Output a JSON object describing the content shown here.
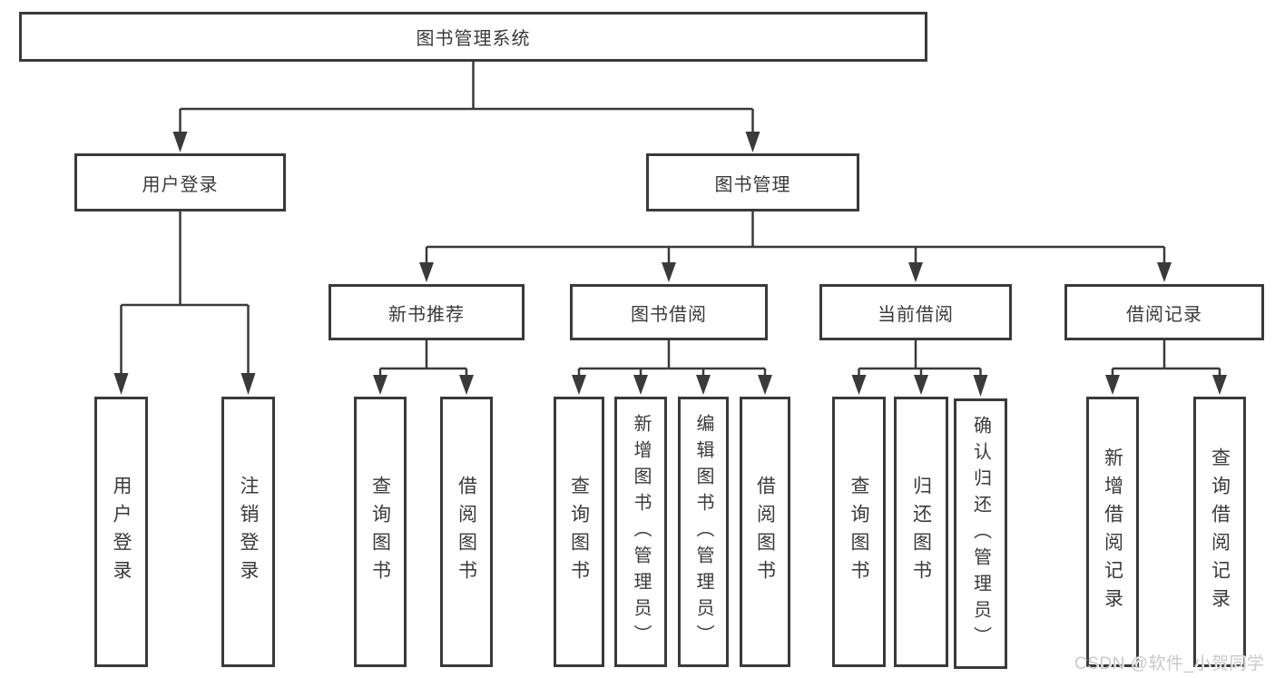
{
  "diagram_title": "图书管理系统",
  "colors": {
    "line": "#3a3a3a",
    "box_border": "#3a3a3a",
    "text": "#3a3a3a",
    "background": "#ffffff",
    "watermark": "#c9c9c9"
  },
  "nodes": {
    "root": {
      "label": "图书管理系统"
    },
    "user_login": {
      "label": "用户登录"
    },
    "book_management": {
      "label": "图书管理"
    },
    "new_book_recommend": {
      "label": "新书推荐"
    },
    "book_borrow": {
      "label": "图书借阅"
    },
    "current_borrow": {
      "label": "当前借阅"
    },
    "borrow_records": {
      "label": "借阅记录"
    },
    "l_user_login": {
      "label": "用户登录"
    },
    "l_logout": {
      "label": "注销登录"
    },
    "l_nr_query": {
      "label": "查询图书"
    },
    "l_nr_borrow": {
      "label": "借阅图书"
    },
    "l_bb_query": {
      "label": "查询图书"
    },
    "l_bb_add": {
      "label": "新增图书（管理员）"
    },
    "l_bb_edit": {
      "label": "编辑图书（管理员）"
    },
    "l_bb_borrow": {
      "label": "借阅图书"
    },
    "l_cb_query": {
      "label": "查询图书"
    },
    "l_cb_return": {
      "label": "归还图书"
    },
    "l_cb_confirm": {
      "label": "确认归还（管理员）"
    },
    "l_br_add": {
      "label": "新增借阅记录"
    },
    "l_br_query": {
      "label": "查询借阅记录"
    }
  },
  "watermark": "CSDN @软件_小贺同学"
}
